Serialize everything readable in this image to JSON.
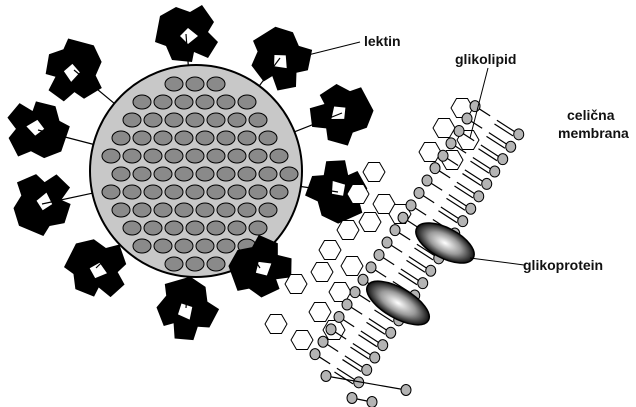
{
  "labels": {
    "lectin": "lektin",
    "glycolipid": "glikolipid",
    "membrane_line1": "celična",
    "membrane_line2": "membrana",
    "glycoprotein": "glikoprotein"
  },
  "colors": {
    "ink": "#000000",
    "cell_fill": "#c8c8c8",
    "dot_fill": "#8a8a8a",
    "head_fill": "#b4b4b4",
    "protein_fill": "#666666"
  }
}
